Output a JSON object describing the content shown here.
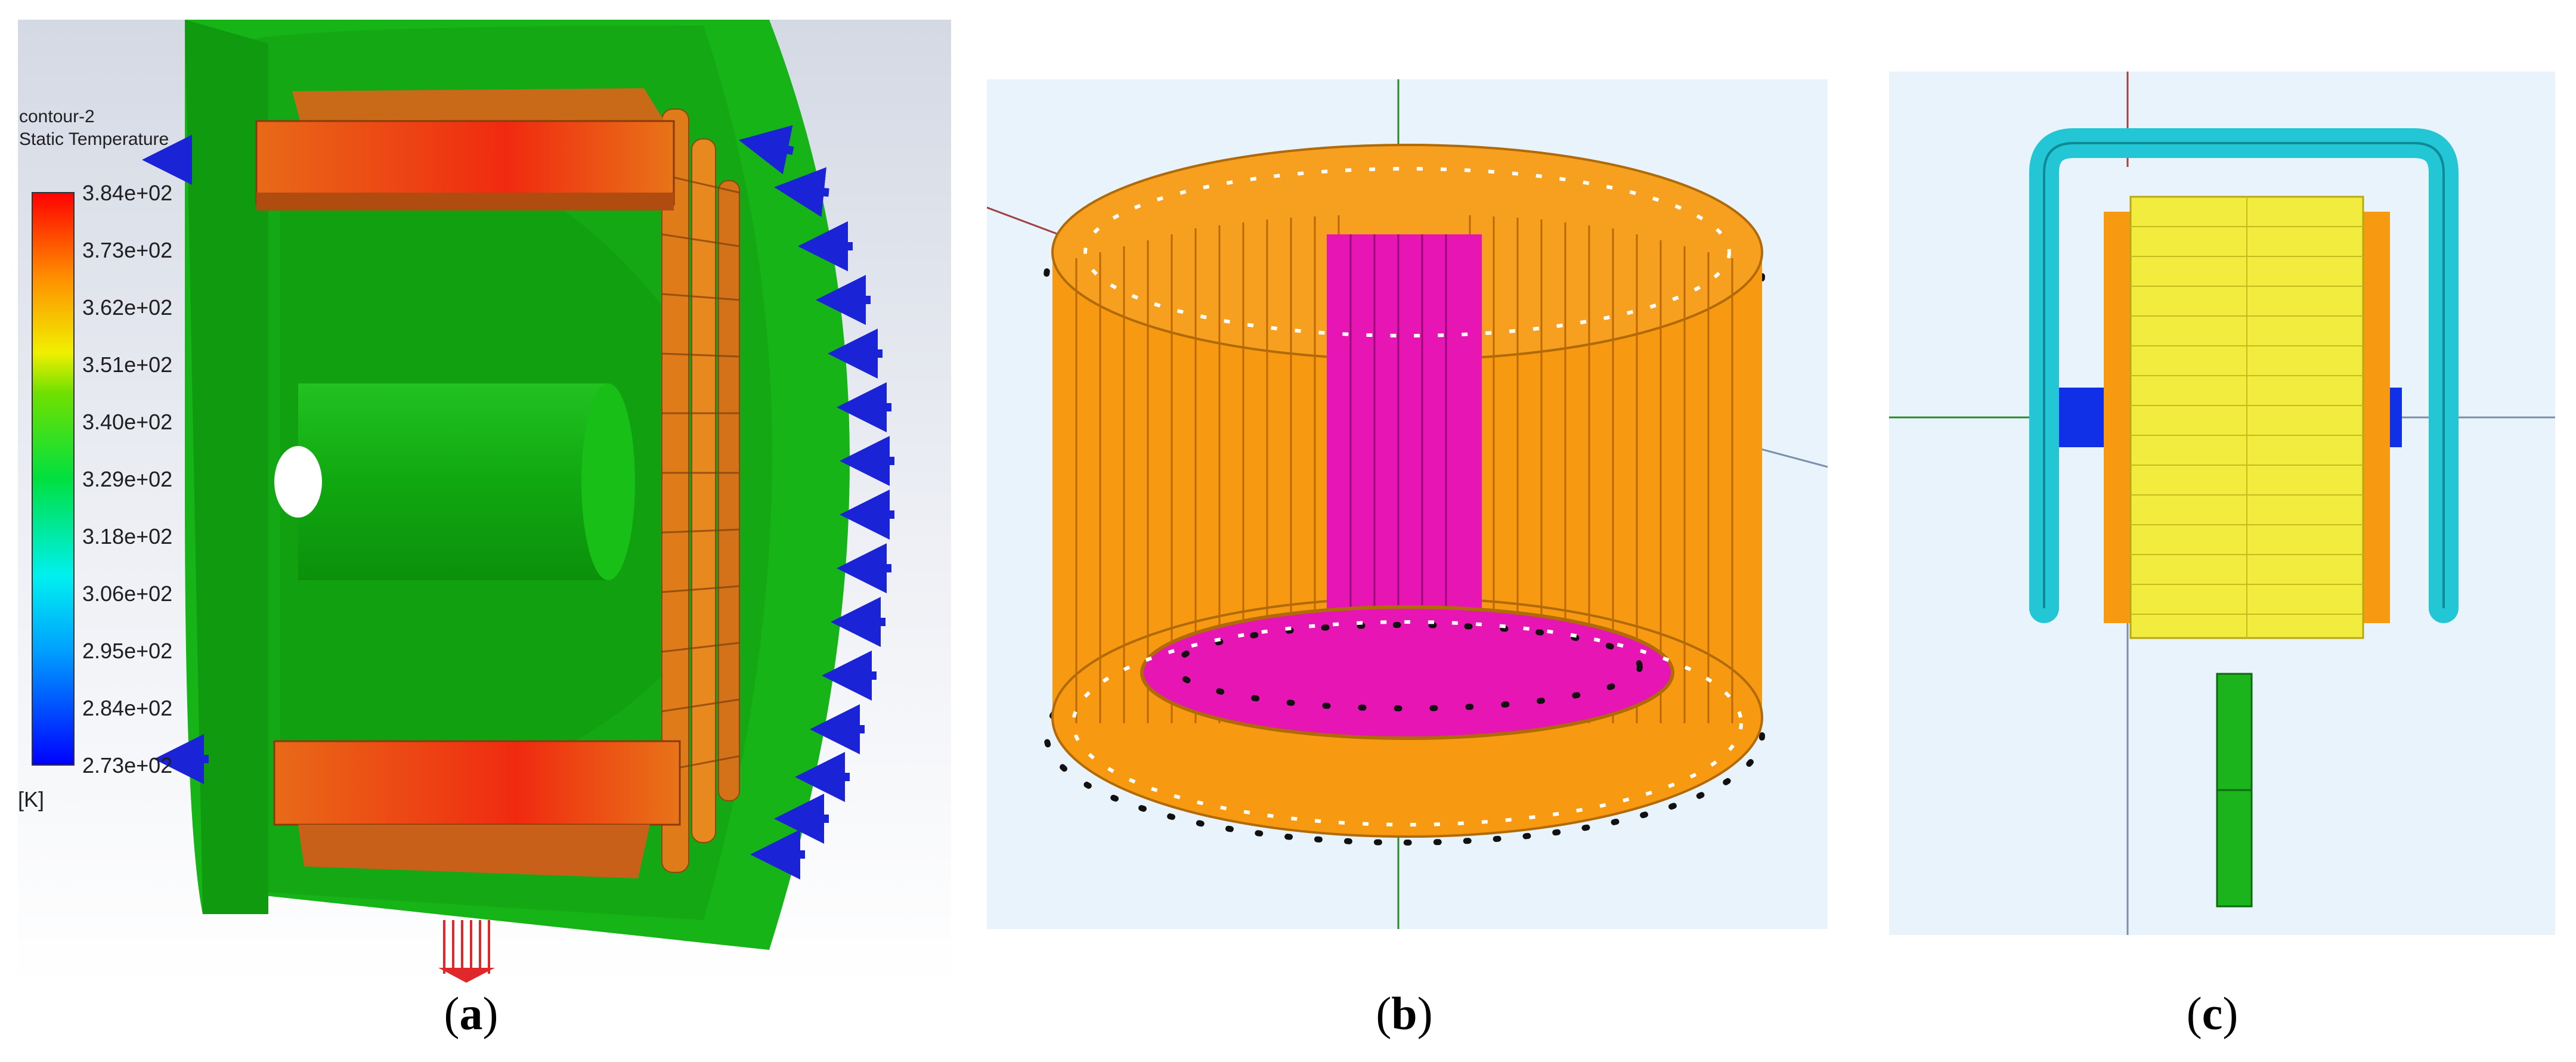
{
  "figure": {
    "panels": [
      {
        "id": "a",
        "caption_letter": "a"
      },
      {
        "id": "b",
        "caption_letter": "b"
      },
      {
        "id": "c",
        "caption_letter": "c"
      }
    ]
  },
  "panel_a": {
    "contour_name": "contour-2",
    "variable": "Static Temperature",
    "unit": "[K]",
    "colorbar_ticks": [
      "3.84e+02",
      "3.73e+02",
      "3.62e+02",
      "3.51e+02",
      "3.40e+02",
      "3.29e+02",
      "3.18e+02",
      "3.06e+02",
      "2.95e+02",
      "2.84e+02",
      "2.73e+02"
    ],
    "colors": {
      "housing": "#12b012",
      "winding_hot": "#e83a10",
      "end_turns": "#e8801e",
      "arrows_inlet": "#1a23d6",
      "arrows_outlet": "#e0282a"
    }
  },
  "panel_b": {
    "colors": {
      "coils": "#f79a12",
      "core": "#e615b3",
      "holes": "#111111"
    }
  },
  "panel_c": {
    "colors": {
      "pipe": "#22c6d4",
      "coil": "#f2ec3e",
      "ring": "#1030e8",
      "rod": "#1cb41c",
      "end": "#f79a12"
    }
  }
}
